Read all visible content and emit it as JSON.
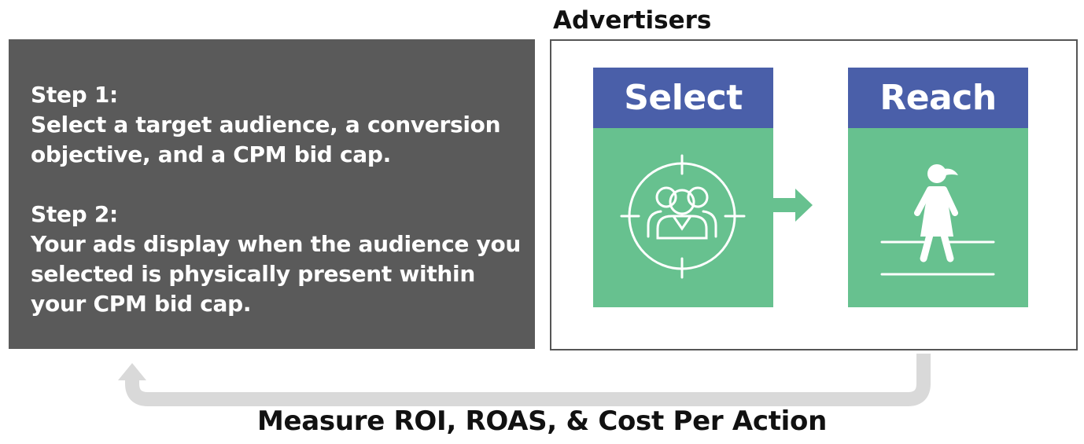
{
  "steps": [
    {
      "heading": "Step 1:",
      "description": "Select a target audience, a conversion objective, and a CPM bid cap."
    },
    {
      "heading": "Step 2:",
      "description": "Your ads display when the audience you selected is physically present within your CPM bid cap."
    }
  ],
  "advertisers": {
    "title": "Advertisers",
    "cards": [
      {
        "label": "Select",
        "icon": "audience-target-icon"
      },
      {
        "label": "Reach",
        "icon": "walking-person-icon"
      }
    ]
  },
  "feedback": {
    "label": "Measure ROI, ROAS, & Cost Per Action"
  },
  "colors": {
    "panel": "#5a5a5a",
    "card_header": "#4a5fa9",
    "card_body": "#67c18f",
    "loop_arrow": "#d9d9d9"
  }
}
